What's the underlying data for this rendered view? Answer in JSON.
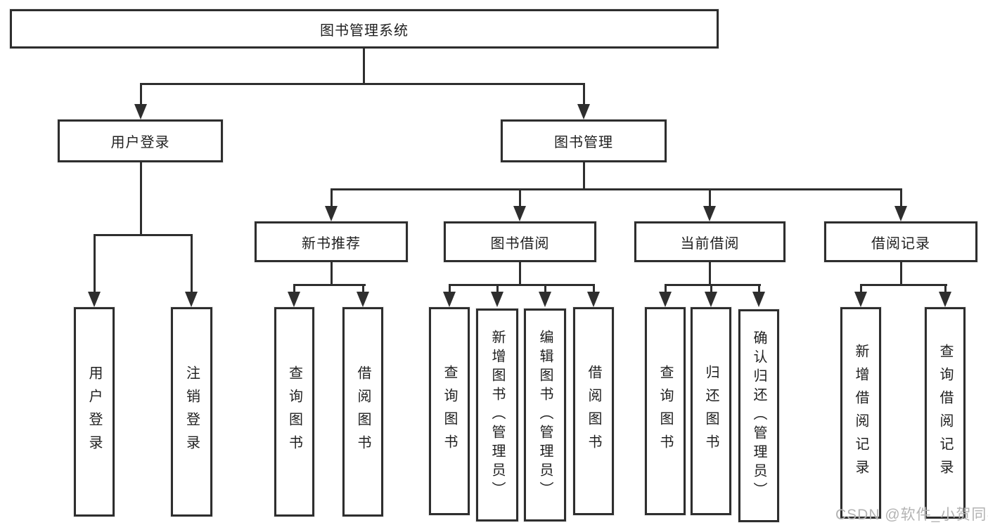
{
  "tree": {
    "root": {
      "label": "图书管理系统",
      "children": [
        {
          "label": "用户登录",
          "children": [
            {
              "label": "用户登录"
            },
            {
              "label": "注销登录"
            }
          ]
        },
        {
          "label": "图书管理",
          "children": [
            {
              "label": "新书推荐",
              "children": [
                {
                  "label": "查询图书"
                },
                {
                  "label": "借阅图书"
                }
              ]
            },
            {
              "label": "图书借阅",
              "children": [
                {
                  "label": "查询图书"
                },
                {
                  "label": "新增图书（管理员）"
                },
                {
                  "label": "编辑图书（管理员）"
                },
                {
                  "label": "借阅图书"
                }
              ]
            },
            {
              "label": "当前借阅",
              "children": [
                {
                  "label": "查询图书"
                },
                {
                  "label": "归还图书"
                },
                {
                  "label": "确认归还（管理员）"
                }
              ]
            },
            {
              "label": "借阅记录",
              "children": [
                {
                  "label": "新增借阅记录"
                },
                {
                  "label": "查询借阅记录"
                }
              ]
            }
          ]
        }
      ]
    }
  },
  "watermark": "CSDN @软件_小贺同学",
  "colors": {
    "line": "#2e2e2e",
    "border": "#2e2e2e",
    "text": "#1f1f1f",
    "watermark": "#b3b3b3",
    "background": "#ffffff"
  }
}
